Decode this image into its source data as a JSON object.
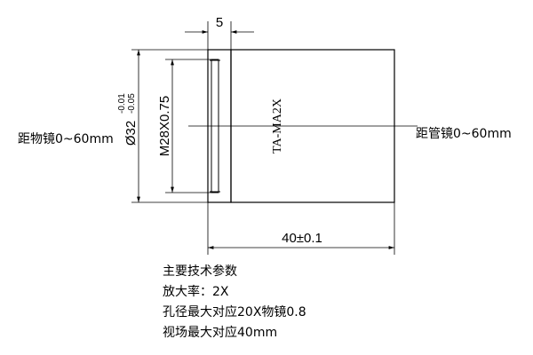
{
  "drawing": {
    "part_label": "TA-MA2X",
    "dim_top": "5",
    "dim_bottom": "40±0.1",
    "dim_thread": "M28X0.75",
    "dim_diameter": "Ø32",
    "tol_upper": "-0.01",
    "tol_lower": "-0.05",
    "left_note": "距物镜0~60mm",
    "right_note": "距管镜0~60mm"
  },
  "specs": {
    "heading": "主要技术参数",
    "lines": [
      "放大率：2X",
      "孔径最大对应20X物镜0.8",
      "视场最大对应40mm"
    ]
  }
}
